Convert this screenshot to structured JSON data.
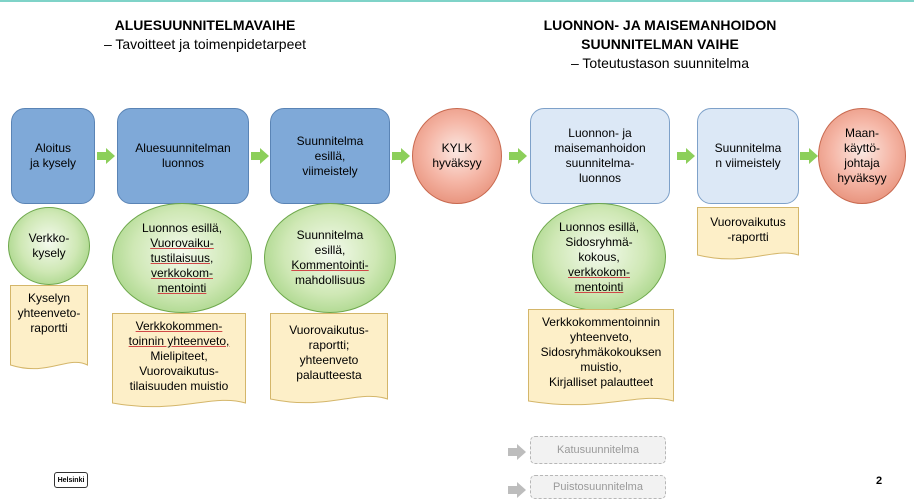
{
  "headers": {
    "left_title": "ALUESUUNNITELMAVAIHE",
    "left_subtitle": "– Tavoitteet ja toimenpidetarpeet",
    "right_title1": "LUONNON- JA MAISEMANHOIDON",
    "right_title2": "SUUNNITELMAN VAIHE",
    "right_subtitle": "– Toteutustason suunnitelma"
  },
  "steps": {
    "s1": [
      "Aloitus",
      "ja kysely"
    ],
    "s2": [
      "Aluesuunnitelman",
      "luonnos"
    ],
    "s3": [
      "Suunnitelma",
      "esillä,",
      "viimeistely"
    ],
    "s4": [
      "KYLK",
      "hyväksyy"
    ],
    "s5": [
      "Luonnon- ja",
      "maisemanhoidon",
      "suunnitelma-",
      "luonnos"
    ],
    "s6": [
      "Suunnitelma",
      "n viimeistely"
    ],
    "s7": [
      "Maan-",
      "käyttö-",
      "johtaja",
      "hyväksyy"
    ]
  },
  "ellipses": {
    "e1": [
      "Verkko-",
      "kysely"
    ],
    "e2": [
      "Luonnos esillä,",
      "Vuorovaiku-",
      "tustilaisuus,",
      "verkkokom-",
      "mentointi"
    ],
    "e3": [
      "Suunnitelma",
      "esillä,",
      "Kommentointi-",
      "mahdollisuus"
    ],
    "e4": [
      "Luonnos esillä,",
      "Sidosryhmä-",
      "kokous,",
      "verkkokom-",
      "mentointi"
    ]
  },
  "docs": {
    "d1": [
      "Kyselyn",
      "yhteenveto-",
      "raportti"
    ],
    "d2": [
      "Verkkokommen-",
      "toinnin yhteenveto,",
      "Mielipiteet,",
      "Vuorovaikutus-",
      "tilaisuuden muistio"
    ],
    "d3": [
      "Vuorovaikutus-",
      "raportti;",
      "yhteenveto",
      "palautteesta"
    ],
    "d4": [
      "Verkkokommentoinnin",
      "yhteenveto,",
      "Sidosryhmäkokouksen",
      "muistio,",
      "Kirjalliset palautteet"
    ],
    "d5": [
      "Vuorovaikutus",
      "-raportti"
    ]
  },
  "future_plans": [
    "Katusuunnitelma",
    "Puistosuunnitelma"
  ],
  "logo_text": "Helsinki",
  "page_number": "2",
  "colors": {
    "step_blue": "#7fa9d8",
    "step_light_blue": "#dce8f6",
    "approval_red": "#f5b6a6",
    "ellipse_green": "#cfe8b5",
    "doc_yellow": "#fdefc8",
    "arrow_green": "#8ccf5a"
  }
}
